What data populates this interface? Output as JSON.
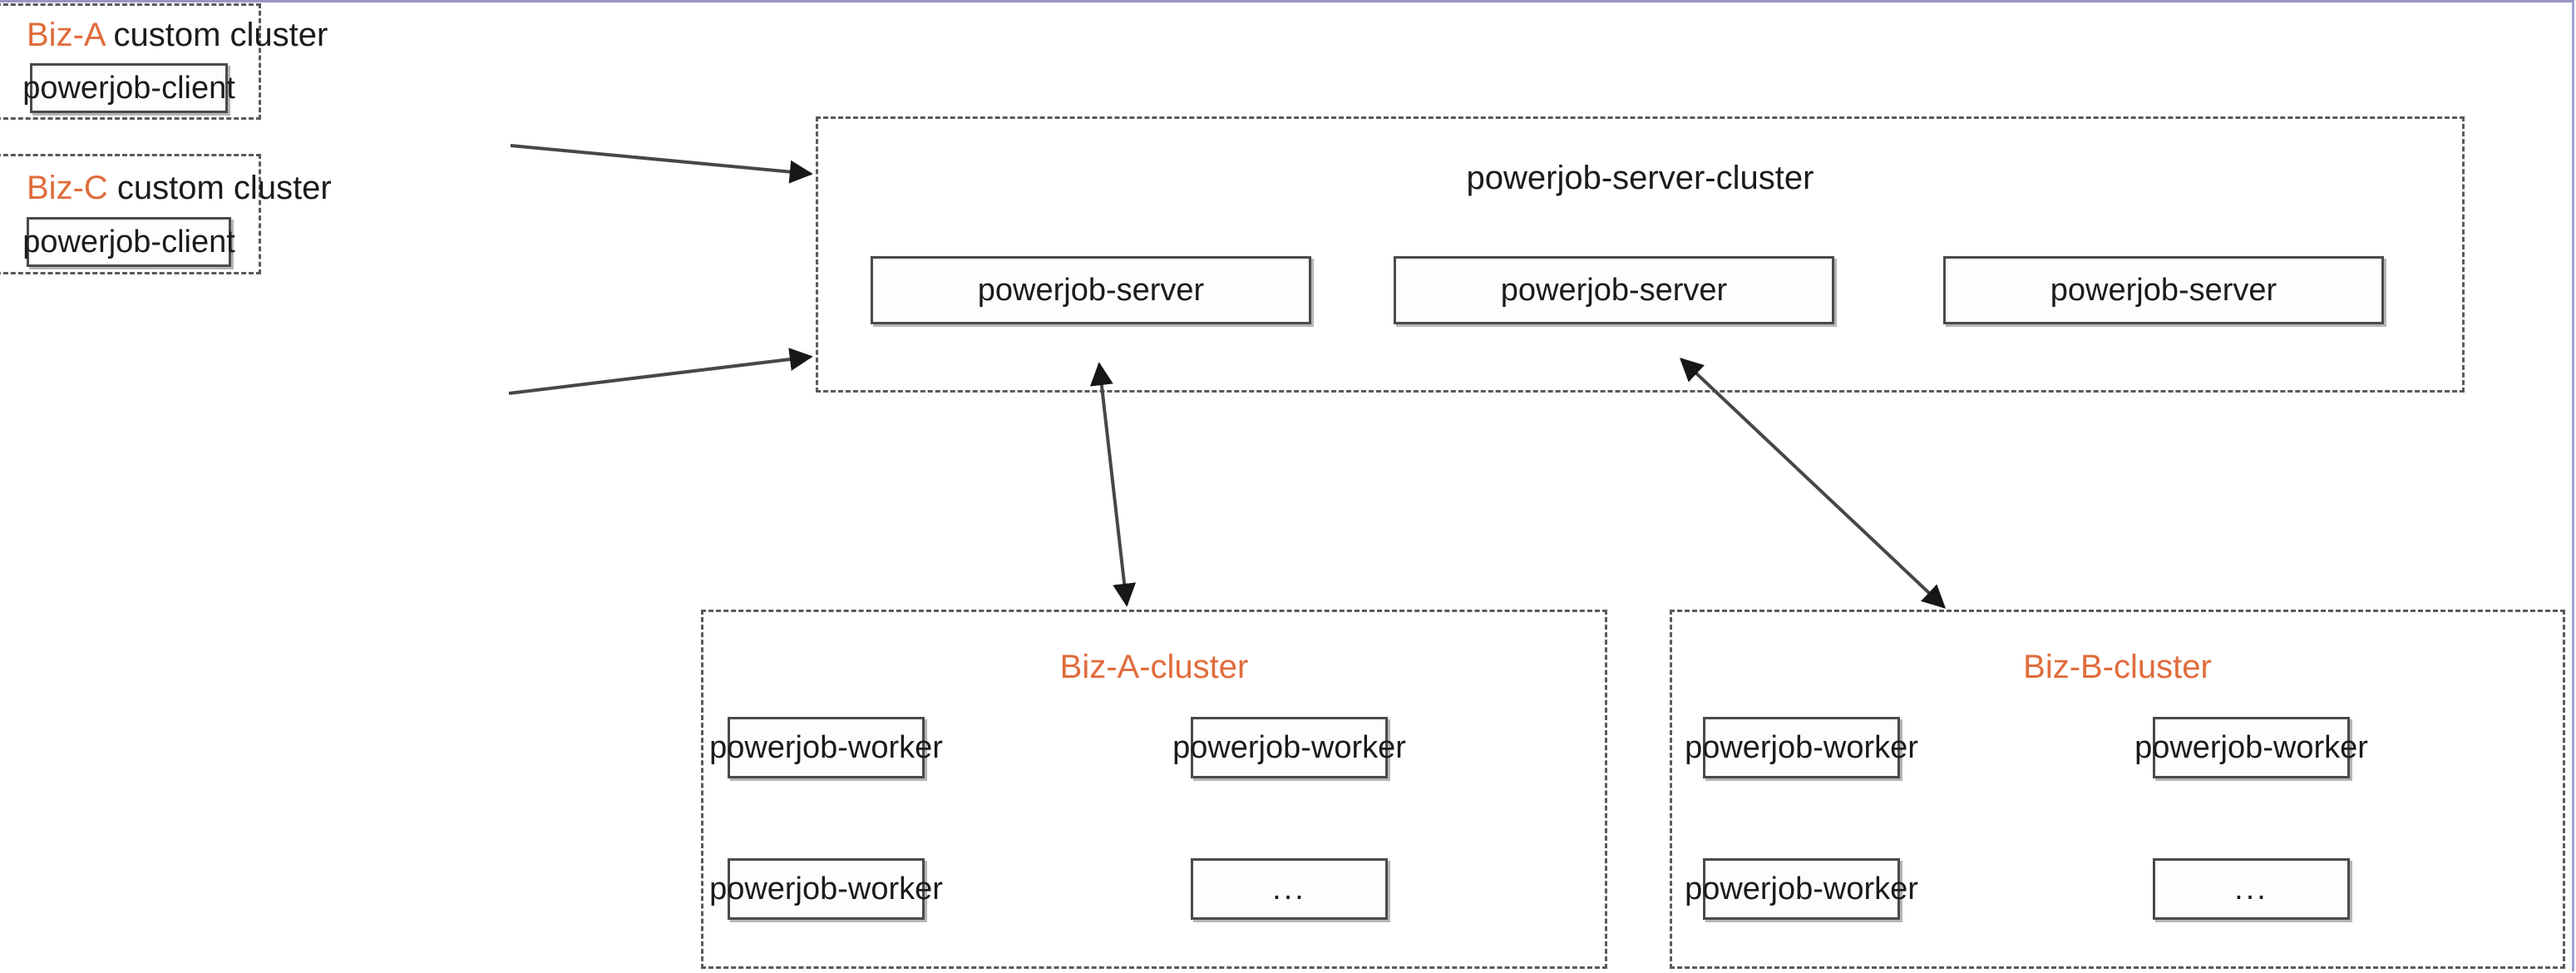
{
  "diagram": {
    "title_text_color": "#1b1b1b",
    "accent_color": "#e06c3c",
    "frame_color": "#9b93c4",
    "clusters": [
      {
        "id": "biz-a-custom-cluster",
        "accent_label": "Biz-A",
        "rest_label": " custom cluster",
        "nodes": [
          {
            "label": "powerjob-client"
          }
        ]
      },
      {
        "id": "biz-c-custom-cluster",
        "accent_label": "Biz-C",
        "rest_label": " custom cluster",
        "nodes": [
          {
            "label": "powerjob-client"
          }
        ]
      },
      {
        "id": "powerjob-server-cluster",
        "title": "powerjob-server-cluster",
        "nodes": [
          {
            "label": "powerjob-server"
          },
          {
            "label": "powerjob-server"
          },
          {
            "label": "powerjob-server"
          }
        ]
      },
      {
        "id": "biz-a-cluster",
        "title": "Biz-A-cluster",
        "nodes": [
          {
            "label": "powerjob-worker"
          },
          {
            "label": "powerjob-worker"
          },
          {
            "label": "powerjob-worker"
          },
          {
            "label": "..."
          }
        ]
      },
      {
        "id": "biz-b-cluster",
        "title": "Biz-B-cluster",
        "nodes": [
          {
            "label": "powerjob-worker"
          },
          {
            "label": "powerjob-worker"
          },
          {
            "label": "powerjob-worker"
          },
          {
            "label": "..."
          }
        ]
      }
    ],
    "connections": [
      {
        "id": "biz-a-client-to-server-cluster",
        "direction": "one-way"
      },
      {
        "id": "biz-c-client-to-server-cluster",
        "direction": "one-way"
      },
      {
        "id": "server-1-to-biz-a-cluster",
        "direction": "two-way"
      },
      {
        "id": "server-2-to-biz-b-cluster",
        "direction": "two-way"
      }
    ]
  }
}
